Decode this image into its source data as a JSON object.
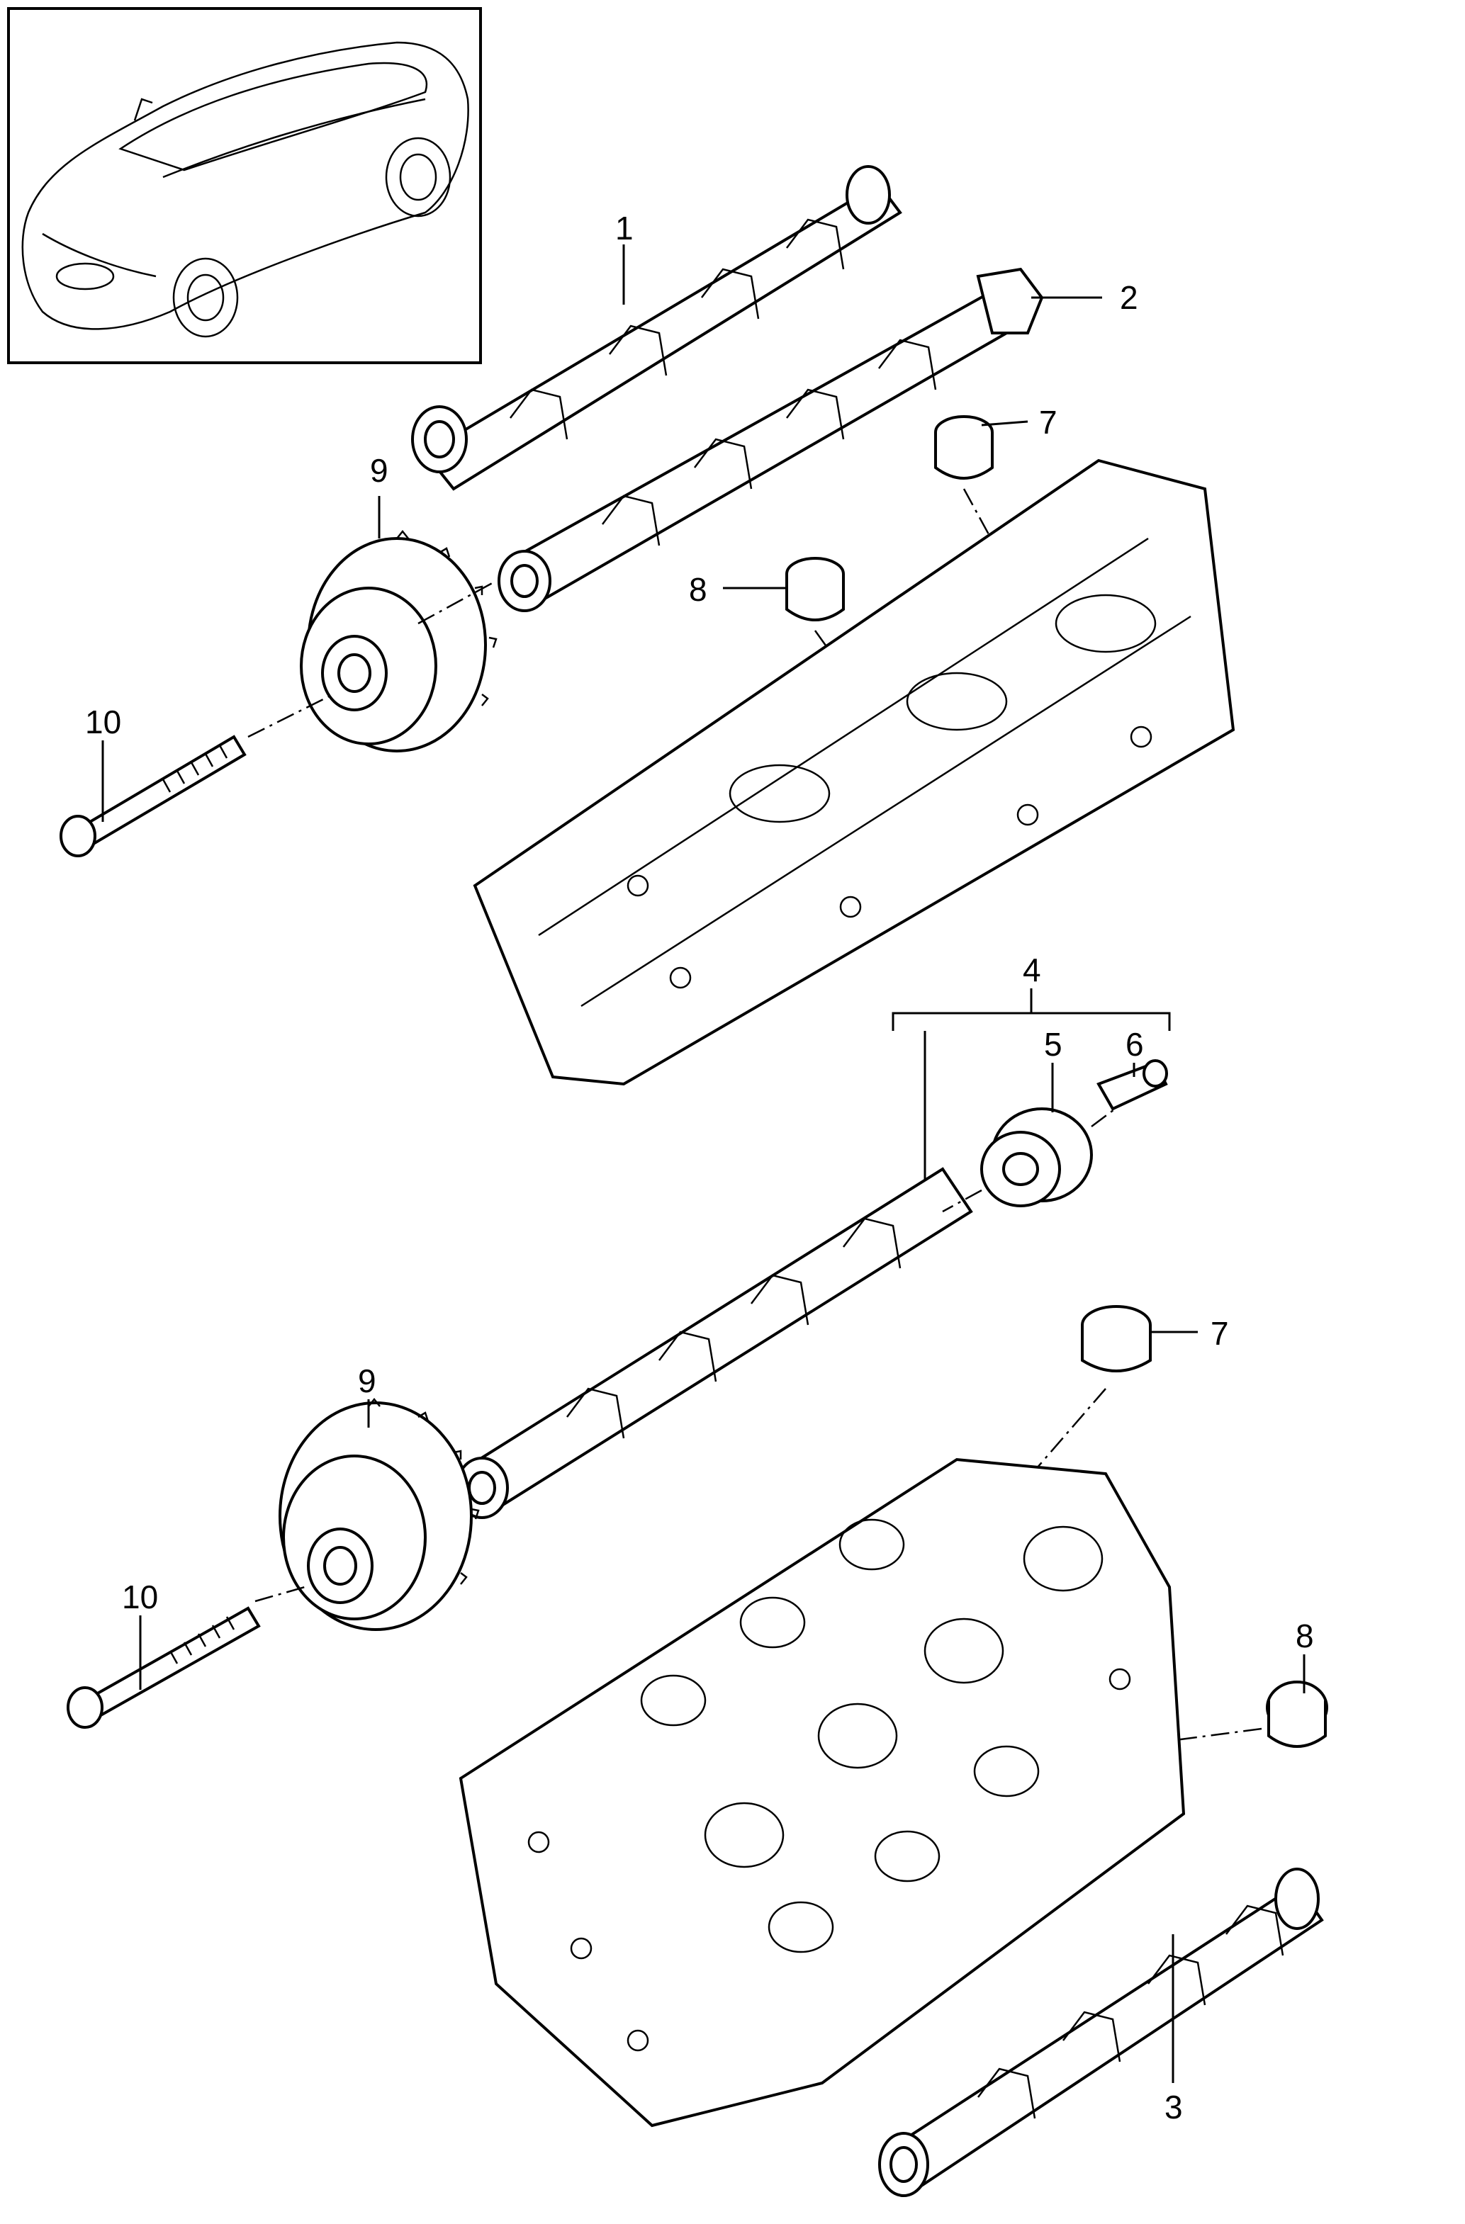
{
  "callouts": {
    "c1": "1",
    "c2": "2",
    "c3": "3",
    "c4": "4",
    "c5": "5",
    "c6": "6",
    "c7a": "7",
    "c7b": "7",
    "c8a": "8",
    "c8b": "8",
    "c9a": "9",
    "c9b": "9",
    "c10a": "10",
    "c10b": "10"
  },
  "icons": {
    "thumbnail": "car-thumbnail-icon"
  },
  "colors": {
    "line": "#000000",
    "background": "#ffffff"
  }
}
